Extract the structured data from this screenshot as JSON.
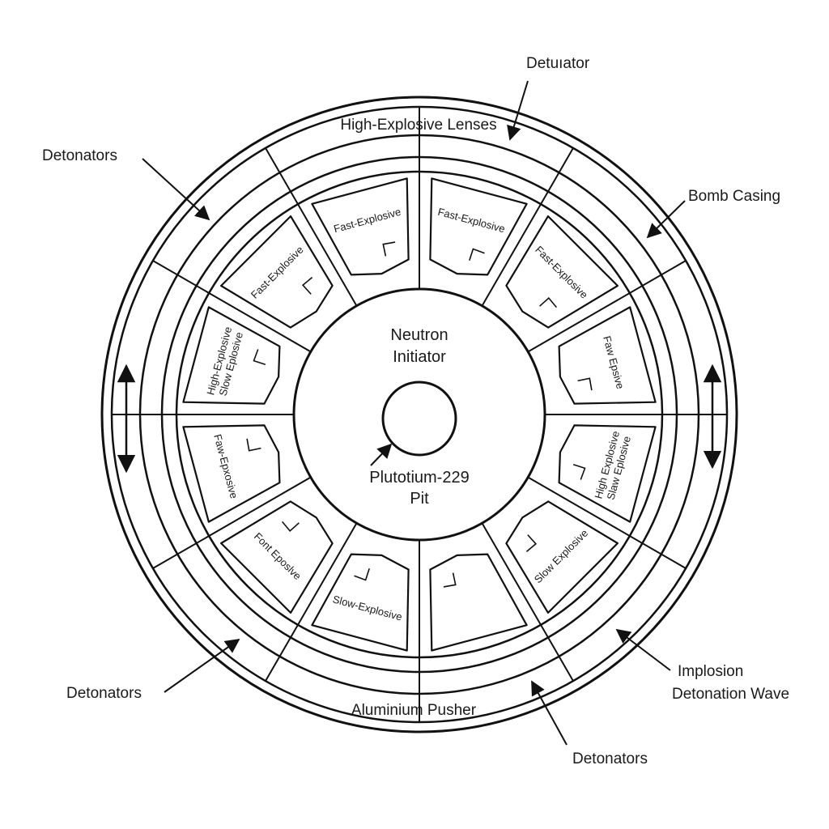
{
  "labels": {
    "detonator_top": "Detuıator",
    "bomb_casing": "Bomb Casing",
    "detonators_left": "Detonators",
    "detonators_bottom_left": "Detonators",
    "detonators_bottom": "Detonators",
    "implosion_line1": "Implosion",
    "implosion_line2": "Detonation Wave",
    "high_explosive_lenses": "High-Explosive Lenses",
    "aluminium_pusher": "Aluminium Pusher",
    "neutron_line1": "Neutron",
    "neutron_line2": "Initiator",
    "pit_line1": "Plutotium-229",
    "pit_line2": "Pit"
  },
  "segments": [
    {
      "line1": "Fast-Explosive",
      "line2": ""
    },
    {
      "line1": "Fast-Explosive",
      "line2": ""
    },
    {
      "line1": "Fast-Explosive",
      "line2": ""
    },
    {
      "line1": "Faw Epsive",
      "line2": ""
    },
    {
      "line1": "High Explosive",
      "line2": "Slaw Eplosive"
    },
    {
      "line1": "Slow Explosive",
      "line2": ""
    },
    {
      "line1": "",
      "line2": ""
    },
    {
      "line1": "Slow-Explosive",
      "line2": ""
    },
    {
      "line1": "Font Eposlve",
      "line2": ""
    },
    {
      "line1": "Faw-Epxosive",
      "line2": ""
    },
    {
      "line1": "High-Explosive",
      "line2": "Slow Eplosive"
    },
    {
      "line1": "Fast-Explosive",
      "line2": ""
    }
  ]
}
